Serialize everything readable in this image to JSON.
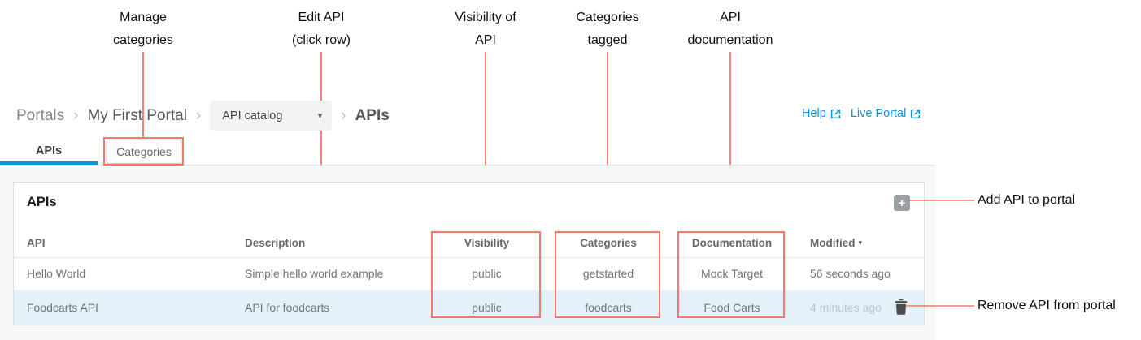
{
  "annotations": {
    "accent_color": "#f2705c",
    "top_labels": [
      {
        "text": "Manage\ncategories"
      },
      {
        "text": "Edit API\n(click row)"
      },
      {
        "text": "Visibility of\nAPI"
      },
      {
        "text": "Categories\ntagged"
      },
      {
        "text": "API\ndocumentation"
      }
    ],
    "right_labels": [
      {
        "text": "Add API to portal"
      },
      {
        "text": "Remove API from portal"
      }
    ]
  },
  "breadcrumb": {
    "portals": "Portals",
    "separator": "›",
    "portal_name": "My First Portal",
    "catalog_select_value": "API catalog",
    "current": "APIs"
  },
  "header_links": {
    "help": "Help",
    "live_portal": "Live Portal"
  },
  "tabs": [
    {
      "label": "APIs",
      "active": true
    },
    {
      "label": "Categories",
      "active": false
    }
  ],
  "panel": {
    "title": "APIs",
    "add_button": "+"
  },
  "table": {
    "columns": [
      "API",
      "Description",
      "Visibility",
      "Categories",
      "Documentation",
      "Modified"
    ],
    "sort_indicator": "▾",
    "rows": [
      {
        "api": "Hello World",
        "description": "Simple hello world example",
        "visibility": "public",
        "categories": "getstarted",
        "documentation": "Mock Target",
        "modified": "56 seconds ago"
      },
      {
        "api": "Foodcarts API",
        "description": "API for foodcarts",
        "visibility": "public",
        "categories": "foodcarts",
        "documentation": "Food Carts",
        "modified": "4 minutes ago"
      }
    ]
  },
  "colors": {
    "link_blue": "#0d95d6",
    "tab_active_blue": "#0c97da",
    "annotation_red": "#f2705c",
    "row_highlight": "#e4f1f8"
  }
}
